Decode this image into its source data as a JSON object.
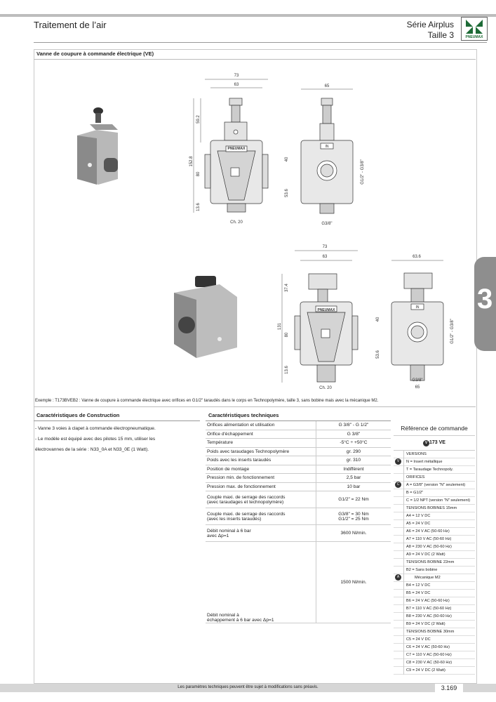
{
  "header": {
    "left_title": "Traitement de l’air",
    "right_title_1": "Série Airplus",
    "right_title_2": "Taille 3",
    "logo_text": "PNEUMAX"
  },
  "section_title": "Vanne de coupure à commande électrique (VE)",
  "side_tab": "3",
  "drawing": {
    "top": {
      "w73": "73",
      "w63": "63",
      "w65": "65",
      "h59": "59.2",
      "h152": "152.8",
      "h80": "80",
      "h13": "13.6",
      "h40": "40",
      "h53": "53.6",
      "port": "G1/2\" - G3/8\"",
      "ch": "Ch. 20",
      "g38": "G3/8\"",
      "in": "IN",
      "brand": "PNEUMAX"
    },
    "bottom": {
      "w73": "73",
      "w63": "63",
      "w636": "63.6",
      "h37": "37.4",
      "h131": "131",
      "h80": "80",
      "h13": "13.6",
      "h40": "40",
      "h53": "53.6",
      "port": "G1/2\" - G3/8\"",
      "ch": "Ch. 20",
      "g38": "G3/8\"",
      "w65": "65",
      "in": "IN",
      "brand": "PNEUMAX"
    }
  },
  "example": "Exemple : T173BVEB2 : Vanne de coupure à commande électrique avec orifices en G1/2\" taraudés dans le corps  en Technopolymère, taille 3, sans bobine mais avec la mécanique M2.",
  "construction": {
    "title": "Caractéristiques de Construction",
    "lines": [
      "- Vanne 3 voies à clapet à commande électropneumatique.",
      "- Le modèle est équipé avec des pilotes 15 mm, utiliser les",
      "  électrovannes de la série : N33_0A et N33_0E (1 Watt)."
    ]
  },
  "technical": {
    "title": "Caractéristiques techniques",
    "rows": [
      {
        "label": "Orifices alimentation et utilisation",
        "value": "G 3/8\" - G 1/2\""
      },
      {
        "label": "Orifice d'échappement",
        "value": "G 3/8\""
      },
      {
        "label": "Température",
        "value": "-5°C ÷ +50°C"
      },
      {
        "label": "Poids avec taraudages Technopolymère",
        "value": "gr. 290"
      },
      {
        "label": "Poids avec les inserts taraudés",
        "value": "gr. 310"
      },
      {
        "label": "Position de montage",
        "value": "Indifférent"
      },
      {
        "label": "Pression min. de fonctionnement",
        "value": "2,5 bar"
      },
      {
        "label": "Pression max. de fonctionnement",
        "value": "10 bar"
      },
      {
        "label": "Couple maxi. de serrage des raccords",
        "label2": "(avec taraudages et technopolymère)",
        "value": "G1/2\" = 22 Nm"
      },
      {
        "label": "Couple maxi. de serrage des raccords",
        "label2": "(avec les inserts taraudés)",
        "value": "G3/8\" = 30 Nm",
        "value2": "G1/2\" = 25 Nm"
      },
      {
        "label": "Débit nominal à 6 bar",
        "label2": "avec Δp=1",
        "value": "3600 Nl/min."
      },
      {
        "label": "Débit nominal à",
        "label2": "échappement à 6 bar avec Δp=1",
        "value": "1500 Nl/min."
      }
    ]
  },
  "reference": {
    "title": "Référence de commande",
    "code": "173  VE",
    "markers": {
      "v": "V",
      "c": "C",
      "a": "A"
    },
    "rows": [
      {
        "text": "VERSIONS",
        "cls": ""
      },
      {
        "text": "N = Insert métallique",
        "cls": ""
      },
      {
        "text": "T = Taraudage Technopoly.",
        "cls": ""
      },
      {
        "text": "ORIFICES",
        "cls": ""
      },
      {
        "text": "A = G3/8\" (version \"N\" seulement)",
        "cls": ""
      },
      {
        "text": "B = G1/2\"",
        "cls": ""
      },
      {
        "text": "C = 1/2 NPT (version \"N\" seulement)",
        "cls": ""
      },
      {
        "text": "TENSIONS BOBINES 15mm",
        "cls": ""
      },
      {
        "text": "A4 = 12 V DC",
        "cls": ""
      },
      {
        "text": "A5 = 24 V DC",
        "cls": ""
      },
      {
        "text": "A6 = 24 V AC (50-60 Hz)",
        "cls": ""
      },
      {
        "text": "A7 = 110 V AC (50-60 Hz)",
        "cls": ""
      },
      {
        "text": "A8 = 230 V AC (50-60 Hz)",
        "cls": ""
      },
      {
        "text": "A9 = 24 V DC (2 Watt)",
        "cls": ""
      },
      {
        "text": "TENSIONS BOBINE 22mm",
        "cls": ""
      },
      {
        "text": "B2 = Sans bobine",
        "cls": ""
      },
      {
        "text": "Mécanique M2",
        "cls": "sub"
      },
      {
        "text": "B4 = 12 V DC",
        "cls": ""
      },
      {
        "text": "B5 = 24 V DC",
        "cls": ""
      },
      {
        "text": "B6 = 24 V AC (50-60 Hz)",
        "cls": ""
      },
      {
        "text": "B7 = 110 V AC (50-60 Hz)",
        "cls": ""
      },
      {
        "text": "B8 = 230 V AC (50-60 Hz)",
        "cls": ""
      },
      {
        "text": "B9 = 24 V DC (2 Watt)",
        "cls": ""
      },
      {
        "text": "TENSIONS BOBINE 30mm",
        "cls": ""
      },
      {
        "text": "C5 = 24 V DC",
        "cls": ""
      },
      {
        "text": "C6 = 24 V AC (50-60 Hz)",
        "cls": ""
      },
      {
        "text": "C7 = 110 V AC (50-60 Hz)",
        "cls": ""
      },
      {
        "text": "C8 = 230 V AC (50-60 Hz)",
        "cls": ""
      },
      {
        "text": "C9 = 24 V DC (2 Watt)",
        "cls": ""
      }
    ]
  },
  "footer": {
    "note": "Les paramètres techniques peuvent être sujet à modifications sans préavis.",
    "page": "3.169"
  }
}
